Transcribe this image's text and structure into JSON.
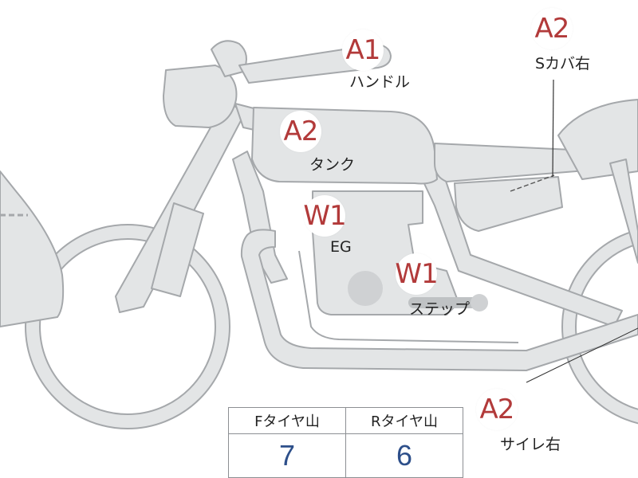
{
  "colors": {
    "body_fill": "#e3e5e6",
    "body_stroke": "#a5a8ab",
    "grade_text": "#b23a3a",
    "value_text": "#2d4f8a",
    "dot": "#cfd1d3"
  },
  "markers": [
    {
      "id": "handle",
      "grade": "A1",
      "label": "ハンドル"
    },
    {
      "id": "s-cover-right",
      "grade": "A2",
      "label": "Sカバ右"
    },
    {
      "id": "tank",
      "grade": "A2",
      "label": "タンク"
    },
    {
      "id": "engine",
      "grade": "W1",
      "label": "EG"
    },
    {
      "id": "step",
      "grade": "W1",
      "label": "ステップ"
    },
    {
      "id": "side-right",
      "grade": "A2",
      "label": "サイレ右"
    }
  ],
  "tire_table": {
    "headers": [
      "Fタイヤ山",
      "Rタイヤ山"
    ],
    "values": [
      "7",
      "6"
    ]
  }
}
